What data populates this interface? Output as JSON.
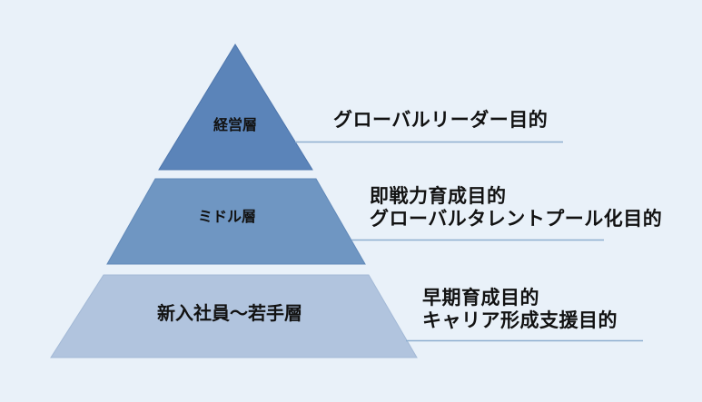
{
  "colors": {
    "background": "#e9f1f9",
    "leader_line": "#8fafd0",
    "text": "#121212"
  },
  "pyramid": {
    "tiers": [
      {
        "label": "経営層",
        "fill": "#5b84b9",
        "stroke": "#4e76ad",
        "purpose_lines": [
          "グローバルリーダー目的"
        ]
      },
      {
        "label": "ミドル層",
        "fill": "#6f96c2",
        "stroke": "#6189b9",
        "purpose_lines": [
          "即戦力育成目的",
          "グローバルタレントプール化目的"
        ]
      },
      {
        "label": "新入社員～若手層",
        "fill": "#b1c4de",
        "stroke": "#a3b9d6",
        "purpose_lines": [
          "早期育成目的",
          "キャリア形成支援目的"
        ]
      }
    ]
  }
}
